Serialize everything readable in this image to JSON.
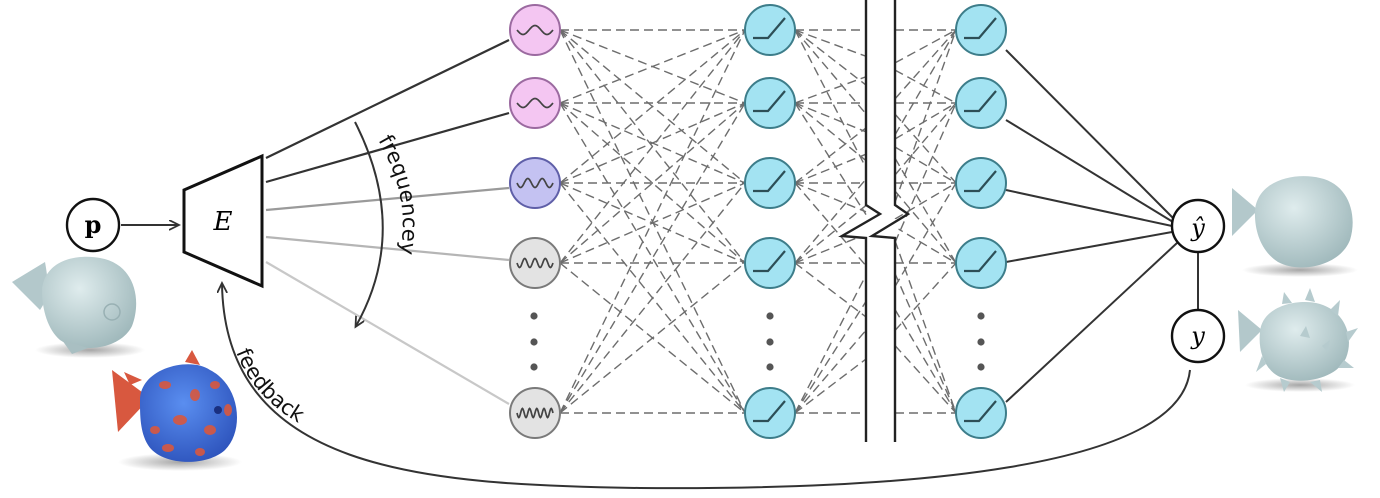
{
  "nodes": {
    "input": "p",
    "encoder": "E",
    "prediction": "ŷ",
    "target": "y"
  },
  "labels": {
    "frequency": "frequencey",
    "feedback": "feedback"
  },
  "layers": {
    "encoding_units": [
      "low-frequency",
      "low-frequency",
      "mid-frequency",
      "high-frequency",
      "highest-frequency"
    ],
    "hidden_activation": "relu-icon",
    "ellipsis": "vertical-dots"
  },
  "colors": {
    "encoding_pink": "#f4c6f2",
    "encoding_purple": "#c4c2f2",
    "encoding_gray": "#e3e3e3",
    "hidden_cyan": "#a3e3f2",
    "hidden_stroke": "#3d7d8a",
    "mesh_gray": "#bfd2d4",
    "heatmap_blue": "#3a6cd6",
    "heatmap_red": "#d8583f"
  },
  "meshes": [
    "fish-mesh-icon",
    "fish-heatmap-icon",
    "pufferfish-prediction-icon",
    "pufferfish-target-icon"
  ]
}
